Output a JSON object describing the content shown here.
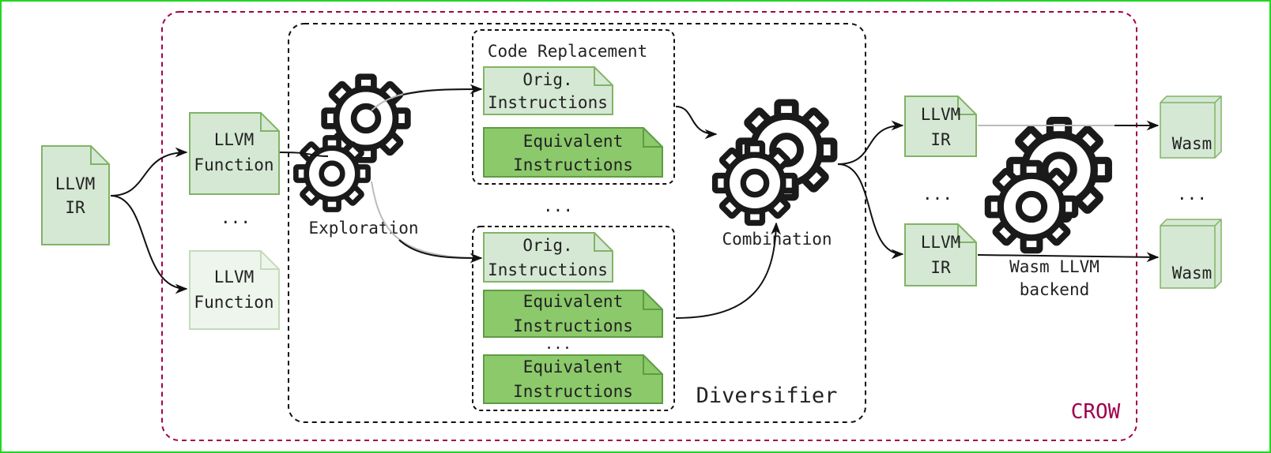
{
  "colors": {
    "frame_border": "#22d622",
    "crow_border": "#a0004d",
    "doc_fill": "#d5e8d4",
    "doc_stroke": "#82b366",
    "doc_fill_faded": "#eef5ed",
    "doc_stroke_faded": "#c4dbb8",
    "equiv_fill": "#8bc96b",
    "equiv_stroke": "#5e9c44",
    "wasm_fill": "#d5e8d4",
    "gear": "#1a1a1a"
  },
  "icons": {
    "gear": "gear-icon",
    "wasm": "cube-icon",
    "document": "document-icon"
  },
  "input": {
    "line1": "LLVM",
    "line2": "IR"
  },
  "functions": [
    {
      "line1": "LLVM",
      "line2": "Function"
    },
    {
      "line1": "LLVM",
      "line2": "Function"
    }
  ],
  "functions_ellipsis": "...",
  "exploration_label": "Exploration",
  "code_replacement": {
    "title": "Code Replacement",
    "orig": {
      "line1": "Orig.",
      "line2": "Instructions"
    },
    "equiv": {
      "line1": "Equivalent",
      "line2": "Instructions"
    }
  },
  "replacement_ellipsis": "...",
  "replacement2": {
    "orig": {
      "line1": "Orig.",
      "line2": "Instructions"
    },
    "equiv1": {
      "line1": "Equivalent",
      "line2": "Instructions"
    },
    "inner_ellipsis": "...",
    "equiv2": {
      "line1": "Equivalent",
      "line2": "Instructions"
    }
  },
  "combination_label": "Combination",
  "diversifier_label": "Diversifier",
  "outputs": [
    {
      "line1": "LLVM",
      "line2": "IR"
    },
    {
      "line1": "LLVM",
      "line2": "IR"
    }
  ],
  "outputs_ellipsis": "...",
  "backend_label": {
    "line1": "Wasm LLVM",
    "line2": "backend"
  },
  "wasm": [
    "Wasm",
    "Wasm"
  ],
  "wasm_ellipsis": "...",
  "crow_label": "CROW"
}
